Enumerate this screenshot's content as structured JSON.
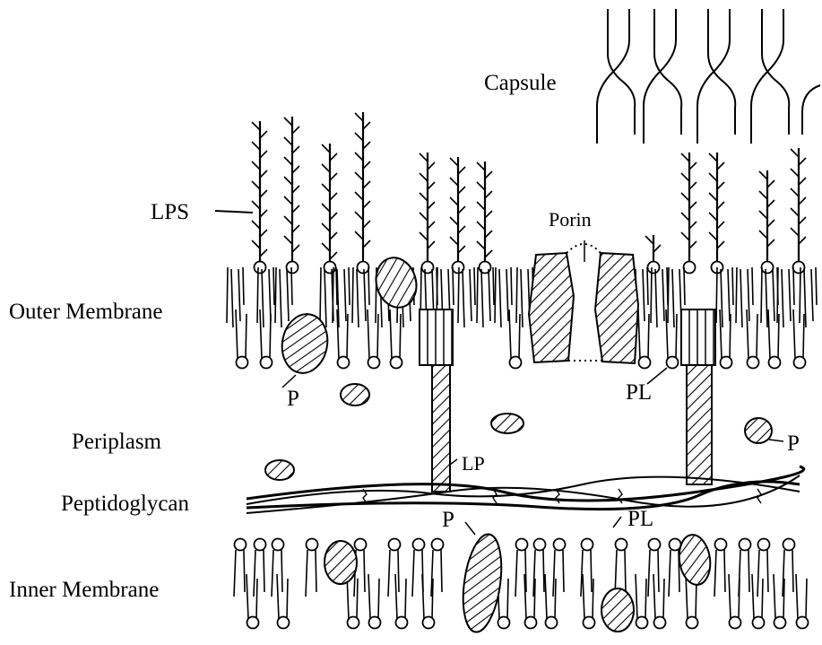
{
  "labels": {
    "capsule": "Capsule",
    "lps": "LPS",
    "porin": "Porin",
    "outer_membrane": "Outer Membrane",
    "p_outer": "P",
    "pl_outer": "PL",
    "periplasm": "Periplasm",
    "lp": "LP",
    "p_right": "P",
    "peptidoglycan": "Peptidoglycan",
    "p_inner": "P",
    "pl_inner": "PL",
    "inner_membrane": "Inner Membrane"
  },
  "colors": {
    "ink": "#000000",
    "background": "#ffffff"
  }
}
